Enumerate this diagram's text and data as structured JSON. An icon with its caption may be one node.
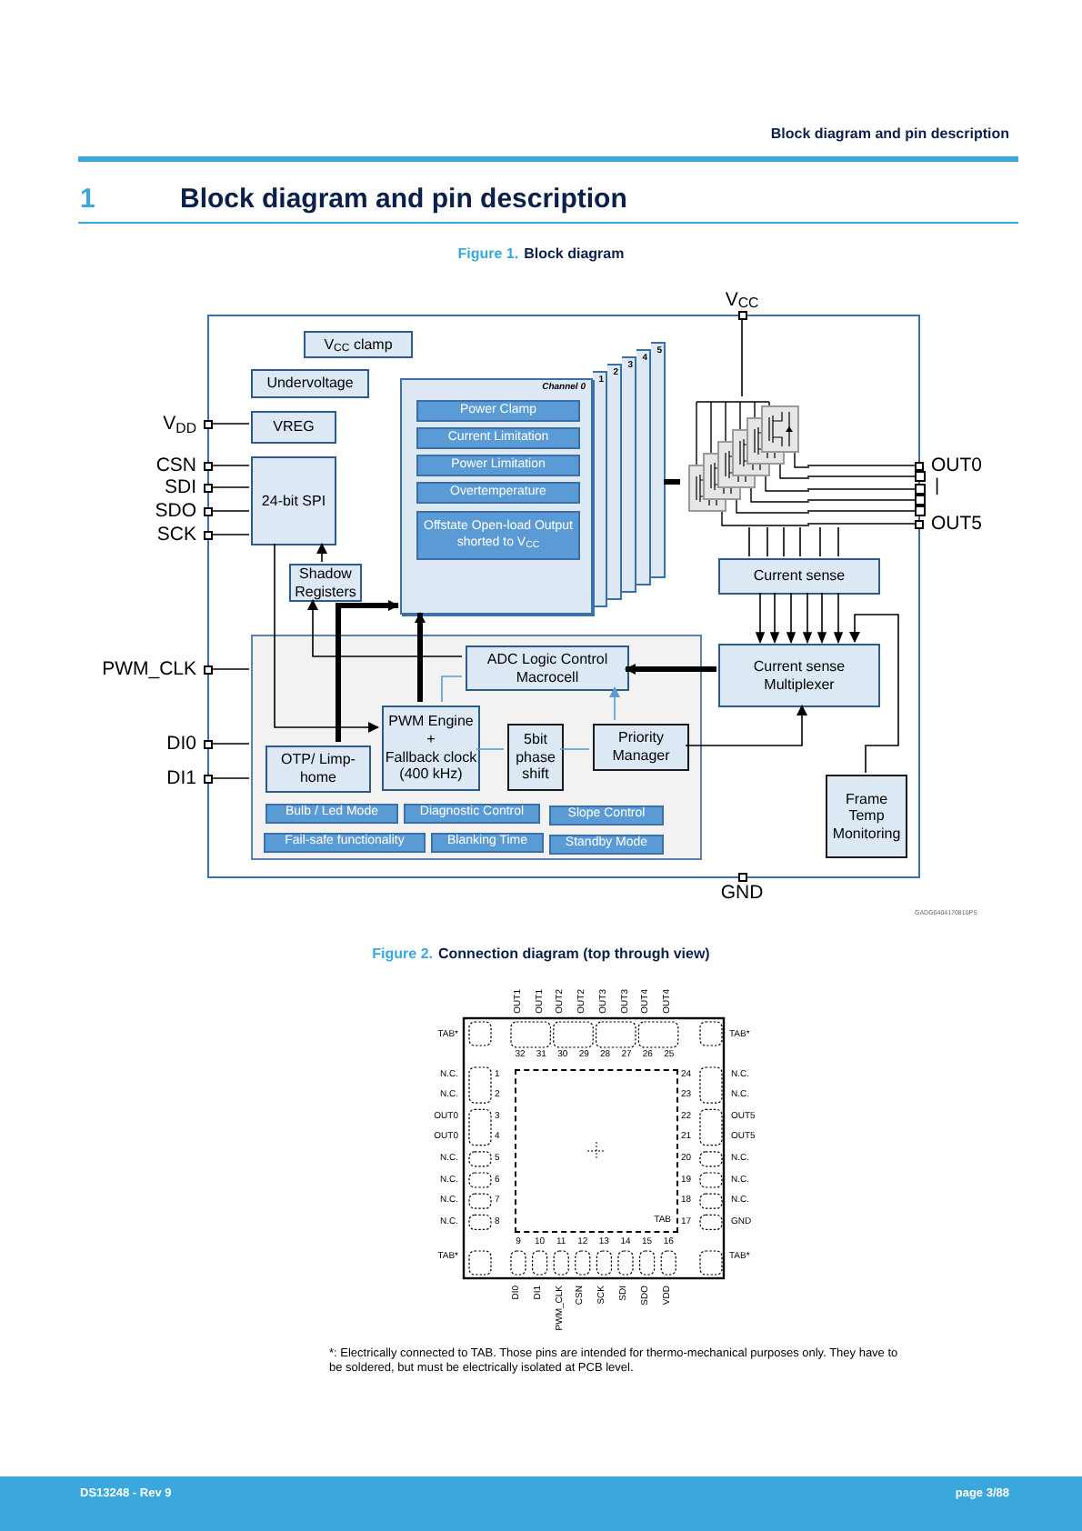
{
  "diagram": {
    "title": "Block diagram and pin description",
    "nodes": [
      {
        "text": [],
        "shape": "box"
      },
      {
        "text": [
          "V$_{CC}$ clamp"
        ],
        "in": 0
      },
      {
        "text": [
          "Undervoltage"
        ],
        "in": 0
      },
      {
        "text": [
          "VREG"
        ],
        "in": 0
      },
      {
        "text": [
          "24-bit SPI"
        ],
        "in": 0
      },
      {
        "text": [
          "Shadow Registers"
        ],
        "in": 0
      },
      {
        "text": [
          "Channel 0"
        ],
        "in": 0
      },
      {
        "text": [
          "Power Clamp"
        ],
        "in": 6
      },
      {
        "text": [
          "Current Limitation"
        ],
        "in": 6
      },
      {
        "text": [
          "Power Limitation"
        ],
        "in": 6
      },
      {
        "text": [
          "Overtemperature"
        ],
        "in": 6
      },
      {
        "text": [
          "Offstate Open-load Output shorted to V$_{CC}$"
        ],
        "in": 6
      },
      {
        "text": [
          "1"
        ],
        "in": 0
      },
      {
        "text": [
          "2"
        ],
        "in": 0
      },
      {
        "text": [
          "3"
        ],
        "in": 0
      },
      {
        "text": [
          "4"
        ],
        "in": 0
      },
      {
        "text": [
          "5"
        ],
        "in": 0
      },
      {
        "text": [],
        "shape": "picture",
        "in": 0
      },
      {
        "text": [
          "Current sense"
        ],
        "in": 0
      },
      {
        "text": [
          "Current sense Multiplexer"
        ],
        "in": 0
      },
      {
        "text": [
          "Frame Temp Monitoring"
        ],
        "in": 0
      },
      {
        "text": [],
        "shape": "box",
        "in": 0
      },
      {
        "text": [
          "ADC Logic Control Macrocell"
        ],
        "in": 21
      },
      {
        "text": [
          "OTP/ Limp-home"
        ],
        "in": 21
      },
      {
        "text": [
          "PWM Engine",
          "+",
          "Fallback clock (400 kHz)"
        ],
        "in": 21
      },
      {
        "text": [
          "5bit phase shift"
        ],
        "in": 21
      },
      {
        "text": [
          "Priority Manager"
        ],
        "in": 21
      },
      {
        "text": [
          "Bulb / Led Mode"
        ],
        "in": 21
      },
      {
        "text": [
          "Diagnostic Control"
        ],
        "in": 21
      },
      {
        "text": [
          "Slope Control"
        ],
        "in": 21
      },
      {
        "text": [
          "Fail-safe functionality"
        ],
        "in": 21
      },
      {
        "text": [
          "Blanking Time"
        ],
        "in": 21
      },
      {
        "text": [
          "Standby Mode"
        ],
        "in": 21
      },
      {
        "text": [
          "V$_{DD}$"
        ]
      },
      {
        "text": [
          "CSN"
        ]
      },
      {
        "text": [
          "SDI"
        ]
      },
      {
        "text": [
          "SDO"
        ]
      },
      {
        "text": [
          "SCK"
        ]
      },
      {
        "text": [
          "PWM_CLK"
        ]
      },
      {
        "text": [
          "DI0"
        ]
      },
      {
        "text": [
          "DI1"
        ]
      },
      {
        "text": [
          "V$_{CC}$"
        ]
      },
      {
        "text": [
          "OUT0"
        ]
      },
      {
        "text": [],
        "shape": "box"
      },
      {
        "text": [],
        "shape": "box"
      },
      {
        "text": [],
        "shape": "box"
      },
      {
        "text": [],
        "shape": "box"
      },
      {
        "text": [
          "OUT5"
        ]
      },
      {
        "text": [
          "GND"
        ]
      },
      {
        "text": [
          "TAB"
        ]
      }
    ],
    "edges": [
      {
        "from": 33,
        "to": 3,
        "arrow": "none"
      },
      {
        "from": 34,
        "to": 4,
        "arrow": "none"
      },
      {
        "from": 35,
        "to": 4,
        "arrow": "none"
      },
      {
        "from": 36,
        "to": 4,
        "arrow": "none"
      },
      {
        "from": 37,
        "to": 4,
        "arrow": "none"
      },
      {
        "from": 5,
        "to": 4,
        "arrow": "to"
      },
      {
        "from": 4,
        "to": 24,
        "arrow": "to"
      },
      {
        "from": 22,
        "to": 5,
        "arrow": "to"
      },
      {
        "from": 23,
        "to": 6,
        "arrow": "to",
        "style": "thick"
      },
      {
        "from": 24,
        "to": 6,
        "arrow": "to",
        "style": "thick"
      },
      {
        "from": 24,
        "to": 22,
        "arrow": "none",
        "color": "#5b9bd5"
      },
      {
        "from": 24,
        "to": 25,
        "arrow": "none",
        "color": "#5b9bd5"
      },
      {
        "from": 25,
        "to": 26,
        "arrow": "none",
        "color": "#5b9bd5"
      },
      {
        "from": 26,
        "to": 22,
        "arrow": "to",
        "color": "#5b9bd5"
      },
      {
        "from": 26,
        "to": 19,
        "arrow": "to"
      },
      {
        "from": 19,
        "to": 22,
        "arrow": "to",
        "style": "thick"
      },
      {
        "from": 18,
        "to": 19,
        "arrow": "to"
      },
      {
        "from": 20,
        "to": 19,
        "arrow": "to"
      },
      {
        "from": 16,
        "to": 17,
        "arrow": "none",
        "style": "thick"
      },
      {
        "from": 41,
        "to": 17,
        "arrow": "none"
      },
      {
        "from": 17,
        "to": 42,
        "arrow": "none"
      },
      {
        "from": 17,
        "to": 43,
        "arrow": "none"
      },
      {
        "from": 17,
        "to": 44,
        "arrow": "none"
      },
      {
        "from": 17,
        "to": 45,
        "arrow": "none"
      },
      {
        "from": 17,
        "to": 46,
        "arrow": "none"
      },
      {
        "from": 17,
        "to": 47,
        "arrow": "none"
      },
      {
        "from": 17,
        "to": 18,
        "arrow": "none"
      },
      {
        "from": 38,
        "to": 21,
        "arrow": "none"
      },
      {
        "from": 39,
        "to": 21,
        "arrow": "none"
      },
      {
        "from": 40,
        "to": 21,
        "arrow": "none"
      }
    ],
    "labels": [
      "Block diagram and pin description",
      "1",
      "Figure 1.",
      "Block diagram",
      "|",
      "GADG0404170810PS",
      "Figure 2.",
      "Connection diagram (top through view)",
      "OUT1",
      "OUT1",
      "OUT2",
      "OUT2",
      "OUT3",
      "OUT3",
      "OUT4",
      "OUT4",
      "TAB*",
      "TAB*",
      "32",
      "31",
      "30",
      "29",
      "28",
      "27",
      "26",
      "25",
      "N.C.",
      "1",
      "24",
      "N.C.",
      "N.C.",
      "2",
      "23",
      "N.C.",
      "OUT0",
      "3",
      "22",
      "OUT5",
      "OUT0",
      "4",
      "21",
      "OUT5",
      "N.C.",
      "5",
      "20",
      "N.C.",
      "N.C.",
      "6",
      "19",
      "N.C.",
      "N.C.",
      "7",
      "18",
      "N.C.",
      "N.C.",
      "8",
      "17",
      "GND",
      "TAB*",
      "TAB*",
      "9",
      "10",
      "11",
      "12",
      "13",
      "14",
      "15",
      "16",
      "DI0",
      "DI1",
      "PWM_CLK",
      "CSN",
      "SCK",
      "SDI",
      "SDO",
      "VDD",
      "*: Electrically connected to TAB. Those pins are intended for thermo-mechanical purposes only. They have to be soldered, but must be electrically isolated at PCB level.",
      "DS13248 - Rev 9",
      "page 3/88"
    ]
  }
}
